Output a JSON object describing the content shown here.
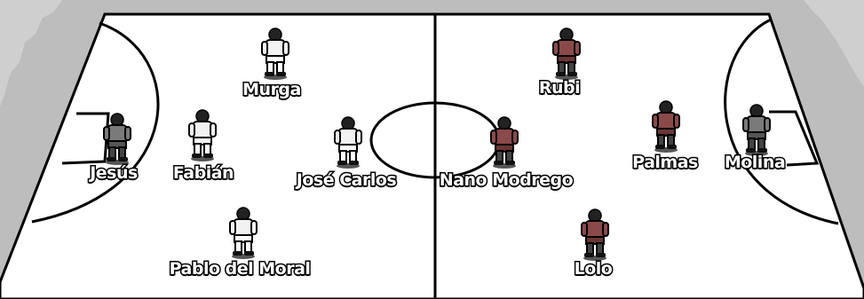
{
  "players": [
    {
      "name": "Murga",
      "team": "white"
    },
    {
      "name": "Jesús",
      "team": "gray"
    },
    {
      "name": "Fabián",
      "team": "white"
    },
    {
      "name": "José Carlos",
      "team": "white"
    },
    {
      "name": "Pablo del Moral",
      "team": "white"
    },
    {
      "name": "Rubi",
      "team": "red"
    },
    {
      "name": "Nano Modrego",
      "team": "red"
    },
    {
      "name": "Palmas",
      "team": "red"
    },
    {
      "name": "Molina",
      "team": "gray"
    },
    {
      "name": "Lolo",
      "team": "red"
    }
  ],
  "colors": {
    "pitch": "#ffffff",
    "lines": "#000000",
    "crowd": "#bdbdbd",
    "white_shirt": "#f2f2f2",
    "red_shirt": "#8b4a4a",
    "gray_shirt": "#7a7a7a"
  }
}
